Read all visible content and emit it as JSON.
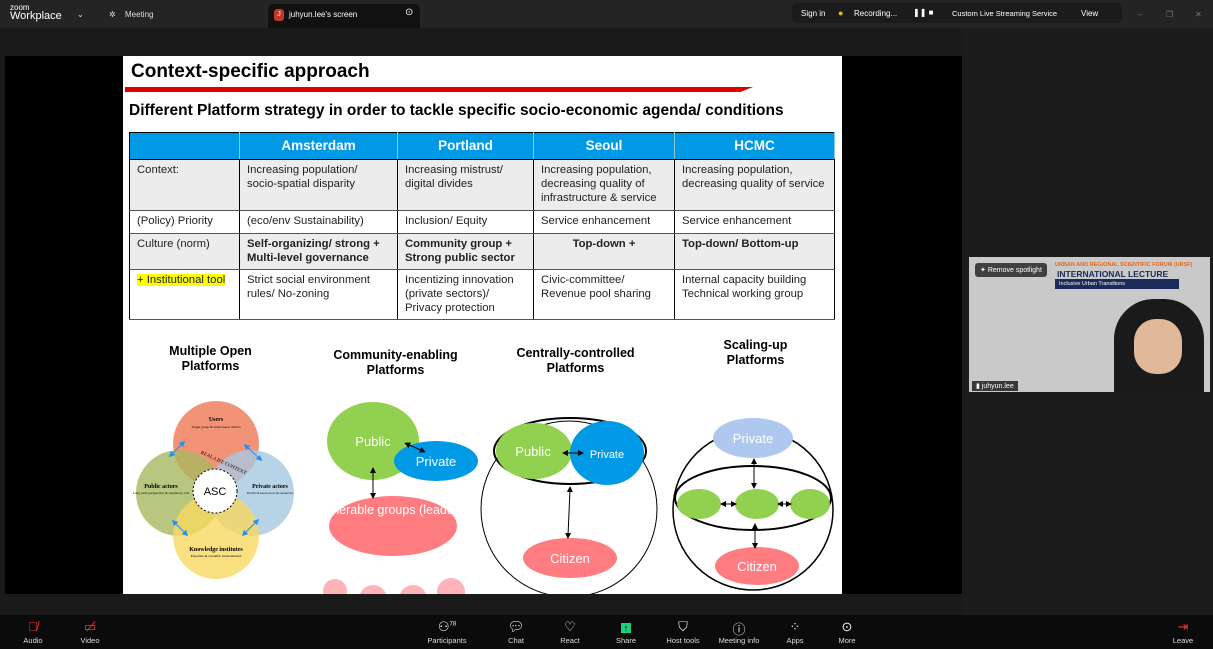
{
  "window": {
    "brand_small": "zoom",
    "brand": "Workplace",
    "meeting": "Meeting",
    "tab": "juhyun.lee's screen",
    "signin": "Sign in",
    "recording": "Recording...",
    "streaming": "Custom Live Streaming Service",
    "view": "View"
  },
  "slide": {
    "title": "Context-specific approach",
    "subtitle": "Different Platform strategy in order to tackle specific socio-economic agenda/ conditions",
    "columns": [
      "",
      "Amsterdam",
      "Portland",
      "Seoul",
      "HCMC"
    ],
    "rows": [
      [
        "Context:",
        "Increasing  population/ socio-spatial disparity",
        "Increasing mistrust/ digital divides",
        "Increasing population, decreasing quality of infrastructure & service",
        "Increasing population, decreasing quality of service"
      ],
      [
        "(Policy) Priority",
        "(eco/env Sustainability)",
        "Inclusion/ Equity",
        "Service enhancement",
        "Service enhancement"
      ],
      [
        "Culture (norm)",
        "Self-organizing/ strong + Multi-level governance",
        "Community group + Strong public sector",
        "Top-down +",
        "Top-down/ Bottom-up"
      ],
      [
        "+ Institutional tool",
        "Strict social environment rules/ No-zoning",
        "Incentizing innovation (private sectors)/ Privacy protection",
        "Civic-committee/ Revenue pool sharing",
        "Internal capacity building Technical working group"
      ]
    ],
    "diagrams": {
      "d1": {
        "title": "Multiple Open Platforms",
        "users": "Users",
        "users_sub": "Target group & behavioural drivers",
        "public": "Public actors",
        "public_sub": "Long term perspective & regulatory role",
        "private": "Private actors",
        "private_sub": "Practical know-how & resources",
        "knowledge": "Knowledge institutes",
        "knowledge_sub": "Expertise & scientific substantiation",
        "center": "ASC",
        "ring": "REAL-LIFE CONTEXT"
      },
      "d2": {
        "title": "Community-enabling Platforms",
        "public": "Public",
        "private": "Private",
        "groups": "Venerable groups (leaders)"
      },
      "d3": {
        "title": "Centrally-controlled Platforms",
        "public": "Public",
        "private": "Private",
        "citizen": "Citizen"
      },
      "d4": {
        "title": "Scaling-up Platforms",
        "private": "Private",
        "citizen": "Citizen"
      }
    }
  },
  "video": {
    "remove_spotlight": "Remove spotlight",
    "banner_top": "URBAN AND REGIONAL SCIENTIFIC FORUM (URSF)",
    "banner_title": "INTERNATIONAL LECTURE",
    "banner_sub": "Inclusive Urban Transitions",
    "name": "juhyun.lee"
  },
  "toolbar": {
    "audio": "Audio",
    "video": "Video",
    "participants": "Participants",
    "participants_count": "78",
    "chat": "Chat",
    "react": "React",
    "share": "Share",
    "host_tools": "Host tools",
    "meeting_info": "Meeting info",
    "apps": "Apps",
    "more": "More",
    "leave": "Leave"
  }
}
